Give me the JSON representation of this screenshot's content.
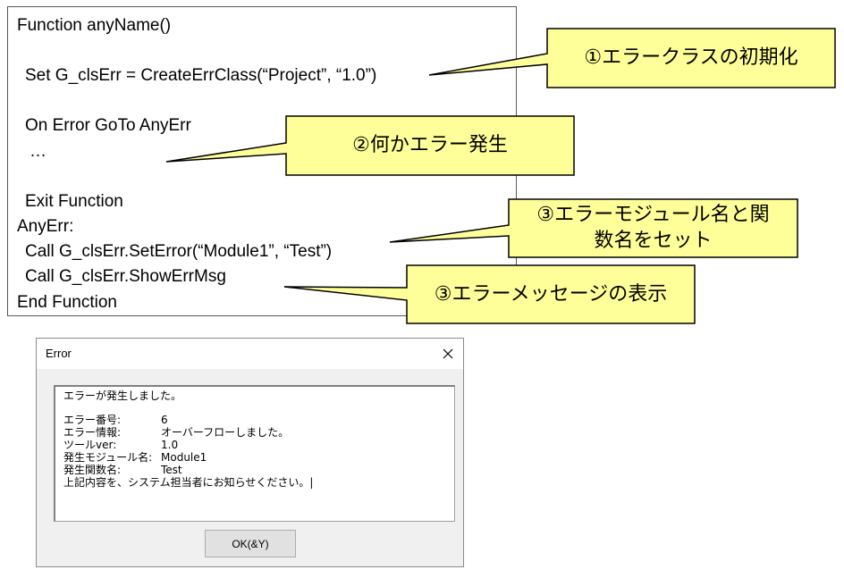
{
  "code": {
    "line_function": "Function anyName()",
    "line_set": "Set G_clsErr = CreateErrClass(“Project”, “1.0”)",
    "line_on_error": "On Error GoTo AnyErr",
    "line_ellipsis": "…",
    "line_exit": "Exit Function",
    "line_label": "AnyErr:",
    "line_set_error": "Call G_clsErr.SetError(“Module1”, “Test”)",
    "line_show": "Call G_clsErr.ShowErrMsg",
    "line_end": "End Function"
  },
  "callouts": {
    "init": "①エラークラスの初期化",
    "error_occurs": "②何かエラー発生",
    "set_names_1": "③エラーモジュール名と関",
    "set_names_2": "数名をセット",
    "show_msg": "③エラーメッセージの表示",
    "fill_color": "#ffff99",
    "border_color": "#000000"
  },
  "dialog": {
    "title": "Error",
    "close_icon": "close-icon",
    "message_header": "エラーが発生しました。",
    "rows": [
      {
        "label": "エラー番号:",
        "value": "6"
      },
      {
        "label": "エラー情報:",
        "value": "オーバーフローしました。"
      },
      {
        "label": "ツールver:",
        "value": "1.0"
      },
      {
        "label": "発生モジュール名:",
        "value": "Module1"
      },
      {
        "label": "発生関数名:",
        "value": "Test"
      }
    ],
    "footer": "上記内容を、システム担当者にお知らせください。|",
    "ok_label": "OK(&Y)"
  }
}
